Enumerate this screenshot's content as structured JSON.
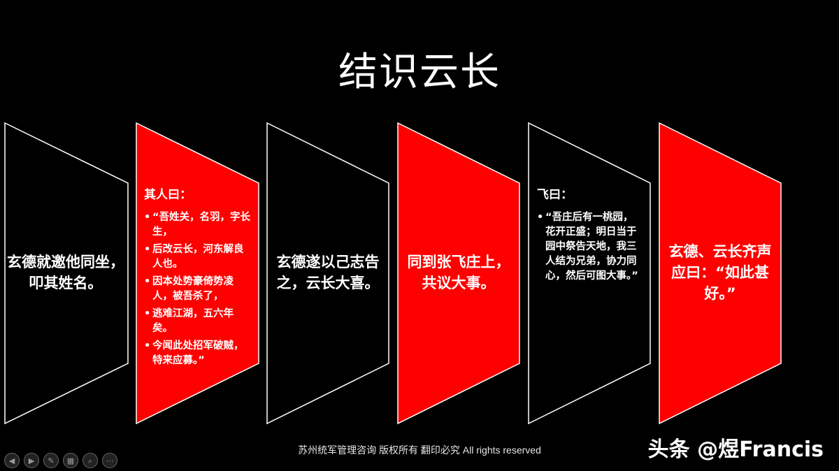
{
  "slide": {
    "title": "结识云长",
    "panels": [
      {
        "text": "玄德就邀他同坐，叩其姓名。",
        "color": "#000000"
      },
      {
        "label": "其人曰：",
        "bullets": [
          "“吾姓关，名羽，字长生，",
          "后改云长，河东解良人也。",
          "因本处势豪倚势凌人，被吾杀了，",
          "逃难江湖，五六年矣。",
          "今闻此处招军破贼，特来应募。”"
        ],
        "color": "#ff0000"
      },
      {
        "text": "玄德遂以己志告之，云长大喜。",
        "color": "#000000"
      },
      {
        "text": "同到张飞庄上，共议大事。",
        "color": "#ff0000"
      },
      {
        "label": "飞曰：",
        "bullets": [
          "“吾庄后有一桃园，花开正盛；明日当于园中祭告天地，我三人结为兄弟，协力同心，然后可图大事。”"
        ],
        "color": "#000000"
      },
      {
        "text": "玄德、云长齐声应曰：“如此甚好。”",
        "color": "#ff0000"
      }
    ],
    "footer": "苏州统军管理咨询  版权所有  翻印必究 All rights reserved",
    "watermark": "头条 @煜Francis"
  },
  "toolbar": {
    "buttons": [
      {
        "icon": "previous-icon",
        "glyph": "◀"
      },
      {
        "icon": "next-icon",
        "glyph": "▶"
      },
      {
        "icon": "pen-icon",
        "glyph": "✎"
      },
      {
        "icon": "slides-grid-icon",
        "glyph": "▦"
      },
      {
        "icon": "zoom-icon",
        "glyph": "⌕"
      },
      {
        "icon": "more-icon",
        "glyph": "⋯"
      }
    ]
  },
  "colors": {
    "red": "#ff0000",
    "black": "#000000",
    "outline": "#ffffff"
  }
}
